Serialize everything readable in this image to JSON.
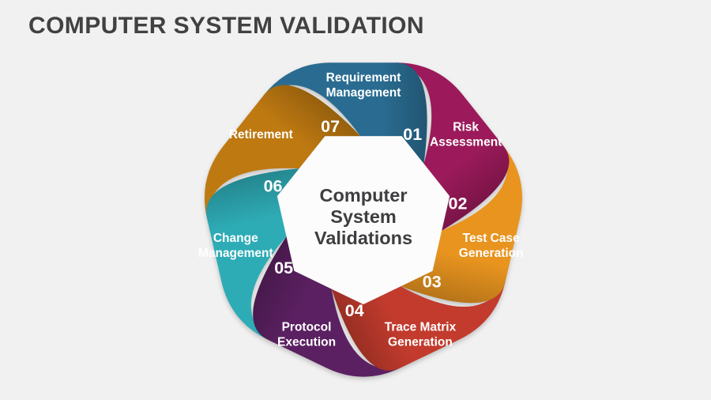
{
  "title": "COMPUTER SYSTEM VALIDATION",
  "background_color": "#f1f1f1",
  "title_color": "#414141",
  "center": {
    "lines": [
      "Computer",
      "System",
      "Validations"
    ],
    "text_color": "#3e3e41",
    "fill": "#fcfcfc"
  },
  "segments": [
    {
      "number": "01",
      "label": [
        "Requirement",
        "Management"
      ],
      "color": "#2a6c91"
    },
    {
      "number": "02",
      "label": [
        "Risk",
        "Assessment"
      ],
      "color": "#9c1a5b"
    },
    {
      "number": "03",
      "label": [
        "Test Case",
        "Generation"
      ],
      "color": "#e8941f"
    },
    {
      "number": "04",
      "label": [
        "Trace Matrix",
        "Generation"
      ],
      "color": "#c23b2d"
    },
    {
      "number": "05",
      "label": [
        "Protocol",
        "Execution"
      ],
      "color": "#5b2061"
    },
    {
      "number": "06",
      "label": [
        "Change",
        "Management"
      ],
      "color": "#2eacb6"
    },
    {
      "number": "07",
      "label": [
        "Retirement"
      ],
      "color": "#be7911"
    }
  ]
}
